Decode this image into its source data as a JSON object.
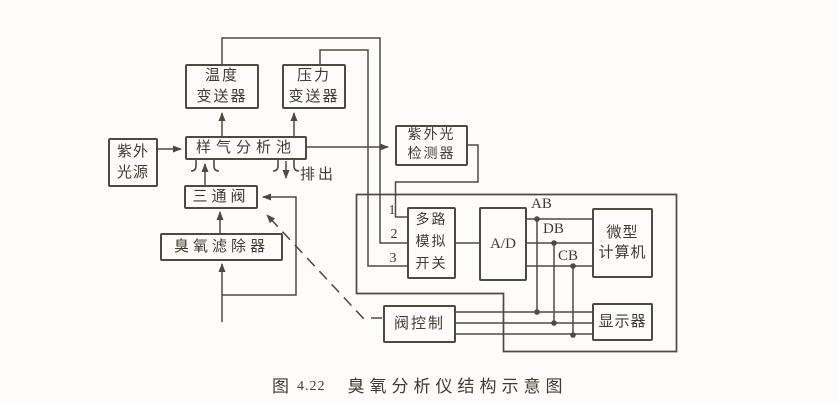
{
  "colors": {
    "line": "#4e4943",
    "text": "#403b34",
    "background": "#fdfcfa"
  },
  "boxes": {
    "uv_source": "紫外\n光源",
    "sample_cell": "样气分析池",
    "temp_transmitter": "温度\n变送器",
    "pressure_transmitter": "压力\n变送器",
    "three_way_valve": "三通阀",
    "ozone_filter": "臭氧滤除器",
    "uv_detector": "紫外光\n检测器",
    "mux": "多路\n模拟\n开关",
    "adc": "A/D",
    "microcomputer": "微型\n计算机",
    "display": "显示器",
    "valve_control": "阀控制"
  },
  "labels": {
    "exhaust": "排出",
    "channel_1": "1",
    "channel_2": "2",
    "channel_3": "3",
    "address_bus": "AB",
    "data_bus": "DB",
    "control_bus": "CB"
  },
  "caption": {
    "figure": "图",
    "number": "4.22",
    "title": "臭氧分析仪结构示意图"
  }
}
